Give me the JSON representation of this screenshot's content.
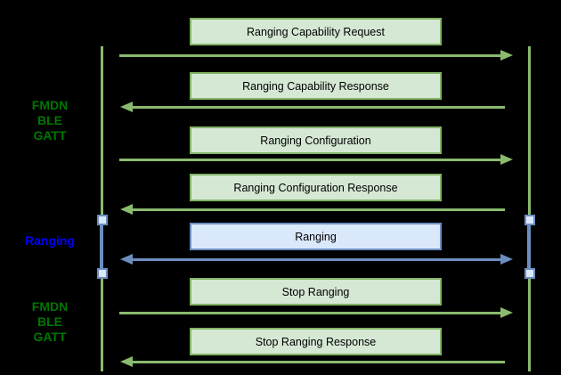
{
  "colors": {
    "background": "#000000",
    "green_box_fill": "#d5e8d4",
    "green_box_stroke": "#82b366",
    "green_line": "#8aba6e",
    "blue_box_fill": "#dae8fc",
    "blue_box_stroke": "#6c8ebf",
    "phase_label_green": "#007700",
    "phase_label_blue": "#0000ff",
    "box_text": "#000000"
  },
  "phases": [
    {
      "label": "FMDN\nBLE\nGATT",
      "color": "#007700"
    },
    {
      "label": "Ranging",
      "color": "#0000ff"
    },
    {
      "label": "FMDN\nBLE\nGATT",
      "color": "#007700"
    }
  ],
  "messages": [
    {
      "label": "Ranging Capability Request",
      "direction": "right",
      "style": "green"
    },
    {
      "label": "Ranging Capability Response",
      "direction": "left",
      "style": "green"
    },
    {
      "label": "Ranging Configuration",
      "direction": "right",
      "style": "green"
    },
    {
      "label": "Ranging Configuration Response",
      "direction": "left",
      "style": "green"
    },
    {
      "label": "Ranging",
      "direction": "both",
      "style": "blue"
    },
    {
      "label": "Stop Ranging",
      "direction": "right",
      "style": "green"
    },
    {
      "label": "Stop Ranging Response",
      "direction": "left",
      "style": "green"
    }
  ]
}
